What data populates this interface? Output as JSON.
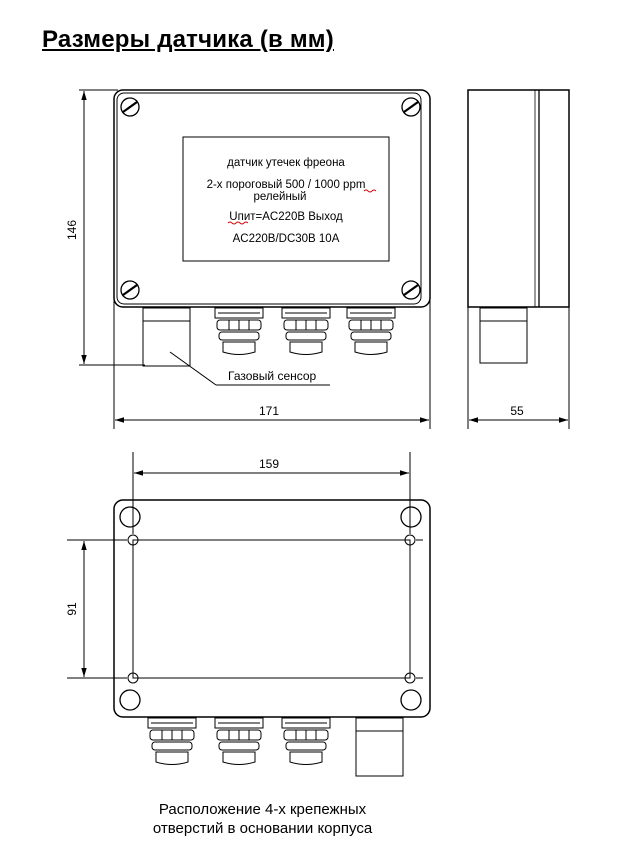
{
  "title": "Размеры датчика (в мм)",
  "label_panel": {
    "line1": "датчик утечек фреона",
    "line2": "2-х пороговый 500 / 1000 ppm",
    "line3": "релейный",
    "line4": "Uпит=AC220B Выход",
    "line5": "AC220B/DC30B 10A"
  },
  "sensor_callout": "Газовый сенсор",
  "dimensions": {
    "height": "146",
    "width": "171",
    "depth": "55",
    "hole_spacing_x": "159",
    "hole_spacing_y": "91"
  },
  "caption": {
    "line1": "Расположение 4-х крепежных",
    "line2": "отверстий в основании корпуса"
  },
  "colors": {
    "line": "#000000",
    "spellcheck_underline": "#d00000"
  }
}
